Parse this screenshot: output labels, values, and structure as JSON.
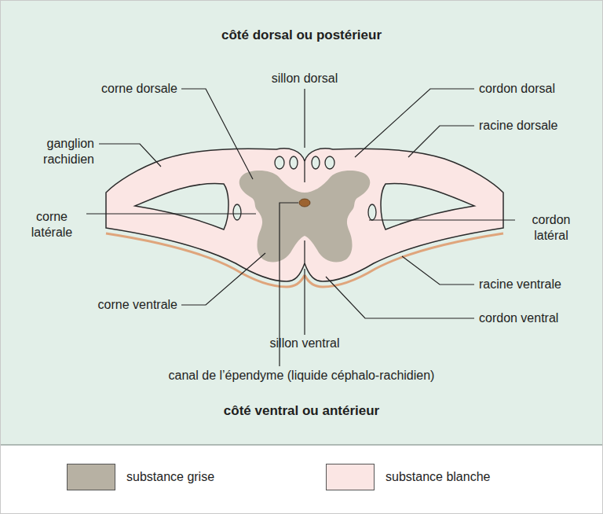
{
  "diagram": {
    "labels": [
      "côté dorsal ou postérieur",
      "corne dorsale",
      "sillon dorsal",
      "cordon dorsal",
      "ganglion rachidien",
      "racine dorsale",
      "corne latérale",
      "cordon latéral",
      "racine ventrale",
      "corne ventrale",
      "cordon ventral",
      "sillon ventral",
      "canal de l’épendyme (liquide céphalo-rachidien)",
      "côté ventral ou antérieur"
    ],
    "legend": [
      {
        "text": "substance grise",
        "color": "#b7b1a3"
      },
      {
        "text": "substance blanche",
        "color": "#fbe6e4"
      }
    ]
  }
}
